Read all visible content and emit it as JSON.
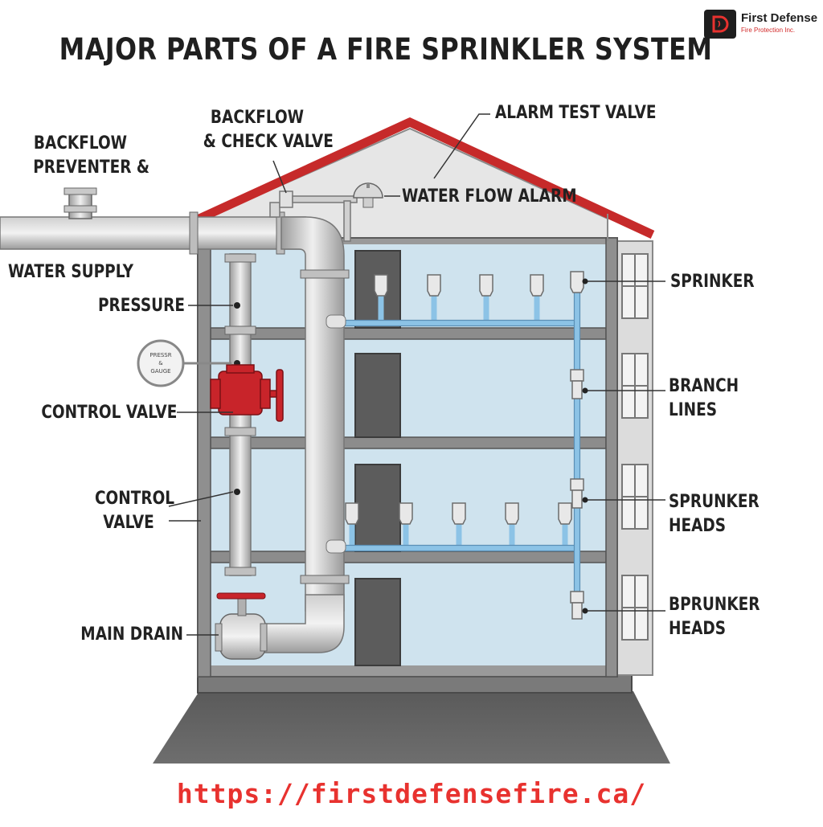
{
  "title": "MAJOR PARTS OF A FIRE SPRINKLER SYSTEM",
  "brand": {
    "name": "First Defense",
    "tagline": "Fire Protection Inc."
  },
  "labels": {
    "backflow_preventer": "BACKFLOW\nPREVENTER &",
    "water_supply": "WATER SUPPLY",
    "backflow_check_valve": "BACKFLOW\n& CHECK VALVE",
    "alarm_test_valve": "ALARM TEST VALVE",
    "water_flow_alarm": "WATER FLOW ALARM",
    "pressure": "PRESSURE",
    "control_valve_1": "CONTROL VALVE",
    "control_valve_2": "CONTROL\nVALVE",
    "main_drain": "MAIN DRAIN",
    "sprinker": "SPRINKER",
    "branch_lines": "BRANCH\nLINES",
    "sprunker_heads": "SPRUNKER\nHEADS",
    "bprunker_heads": "BPRUNKER\nHEADS"
  },
  "gauge_text": "PRESSR\n&\nGAUGE",
  "url": "https://firstdefensefire.ca/",
  "colors": {
    "roof": "#c62a2a",
    "valve": "#c8242a",
    "interior": "#cfe3ee",
    "branch_pipe": "#8cc3e6",
    "riser_pipe": "#a9a9a9",
    "url": "#e8322f"
  }
}
